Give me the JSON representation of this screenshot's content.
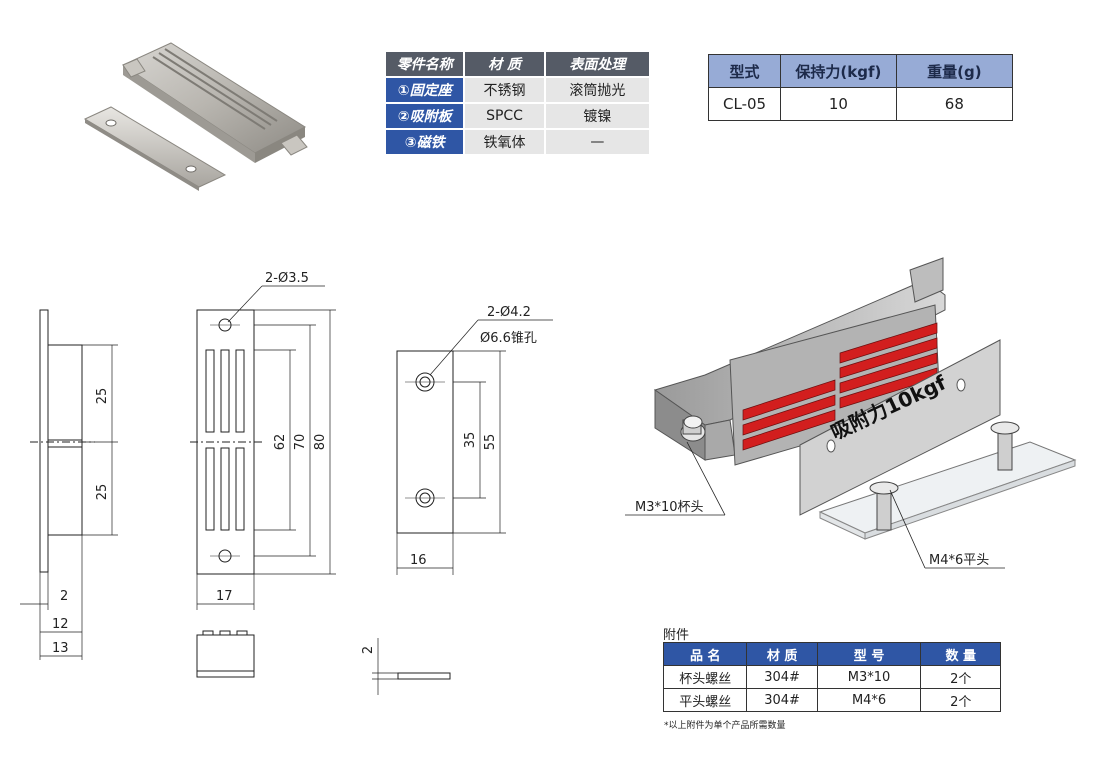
{
  "parts_table": {
    "headers": [
      "零件名称",
      "材 质",
      "表面处理"
    ],
    "rows": [
      {
        "part": "①固定座",
        "material": "不锈钢",
        "finish": "滚筒抛光"
      },
      {
        "part": "②吸附板",
        "material": "SPCC",
        "finish": "镀镍"
      },
      {
        "part": "③磁铁",
        "material": "铁氧体",
        "finish": "—"
      }
    ]
  },
  "spec_table": {
    "headers": [
      "型式",
      "保持力(kgf)",
      "重量(g)"
    ],
    "row": {
      "model": "CL-05",
      "holding_force": "10",
      "weight": "68"
    }
  },
  "drawing": {
    "dims": {
      "d_25_top": "25",
      "d_25_bottom": "25",
      "d_2": "2",
      "d_12": "12",
      "d_13": "13",
      "hole_a": "2-Ø3.5",
      "d_62": "62",
      "d_70": "70",
      "d_80": "80",
      "d_17": "17",
      "hole_b": "2-Ø4.2",
      "csk": "Ø6.6锥孔",
      "d_35": "35",
      "d_55": "55",
      "d_16": "16",
      "d_2_thk": "2"
    },
    "iso": {
      "plate_text": "吸附力10kgf",
      "screw_label_1": "M3*10杯头",
      "screw_label_2": "M4*6平头"
    }
  },
  "accessories": {
    "title": "附件",
    "headers": [
      "品 名",
      "材 质",
      "型 号",
      "数 量"
    ],
    "rows": [
      {
        "name": "杯头螺丝",
        "material": "304#",
        "model": "M3*10",
        "qty": "2个"
      },
      {
        "name": "平头螺丝",
        "material": "304#",
        "model": "M4*6",
        "qty": "2个"
      }
    ],
    "note": "*以上附件为单个产品所需数量"
  }
}
